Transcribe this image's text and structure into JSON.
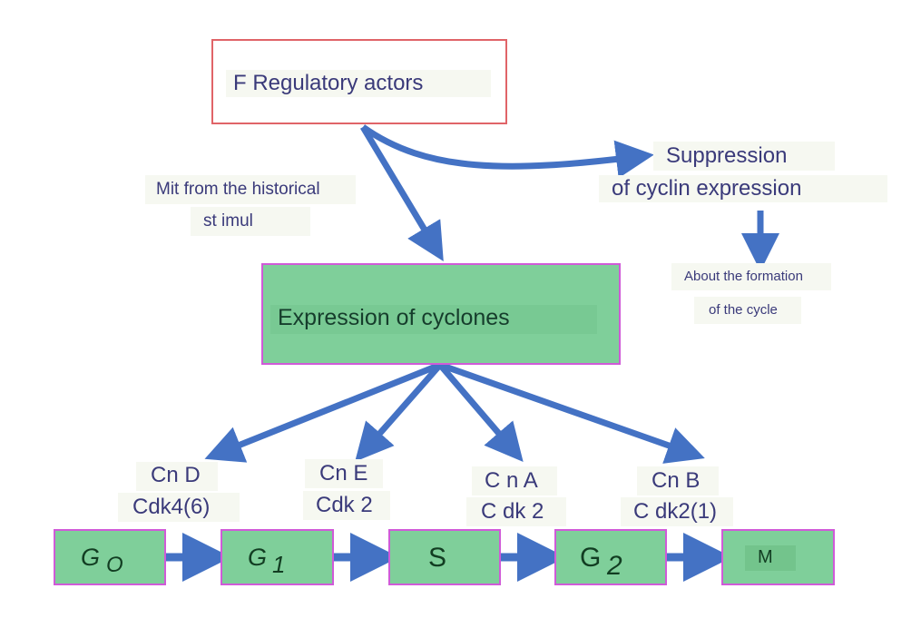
{
  "diagram": {
    "top_box": {
      "label": "F Regulatory actors",
      "border_color": "#e06468"
    },
    "left_note": {
      "line1": "Mit from the historical",
      "line2": "st imul"
    },
    "right_note": {
      "line1": "Suppression",
      "line2": "of cyclin expression"
    },
    "right_sub_note": {
      "line1": "About the formation",
      "line2": "of the cycle"
    },
    "center_box": {
      "label": "Expression of cyclones",
      "fill_color": "#7fcf9a",
      "border_color": "#d05ad8"
    },
    "complexes": [
      {
        "line1": "Cn D",
        "line2": "Cdk4(6)"
      },
      {
        "line1": "Cn E",
        "line2": "Cdk 2"
      },
      {
        "line1": "C n A",
        "line2": "C dk 2"
      },
      {
        "line1": "Cn B",
        "line2": "C dk2(1)"
      }
    ],
    "phases": [
      {
        "main": "G",
        "sub": "O"
      },
      {
        "main": "G",
        "sub": "1"
      },
      {
        "main": "S",
        "sub": ""
      },
      {
        "main": "G",
        "sub": "2"
      },
      {
        "main": "M",
        "sub": ""
      }
    ],
    "arrow_color": "#4472c4",
    "text_color": "#3a3a7a"
  }
}
